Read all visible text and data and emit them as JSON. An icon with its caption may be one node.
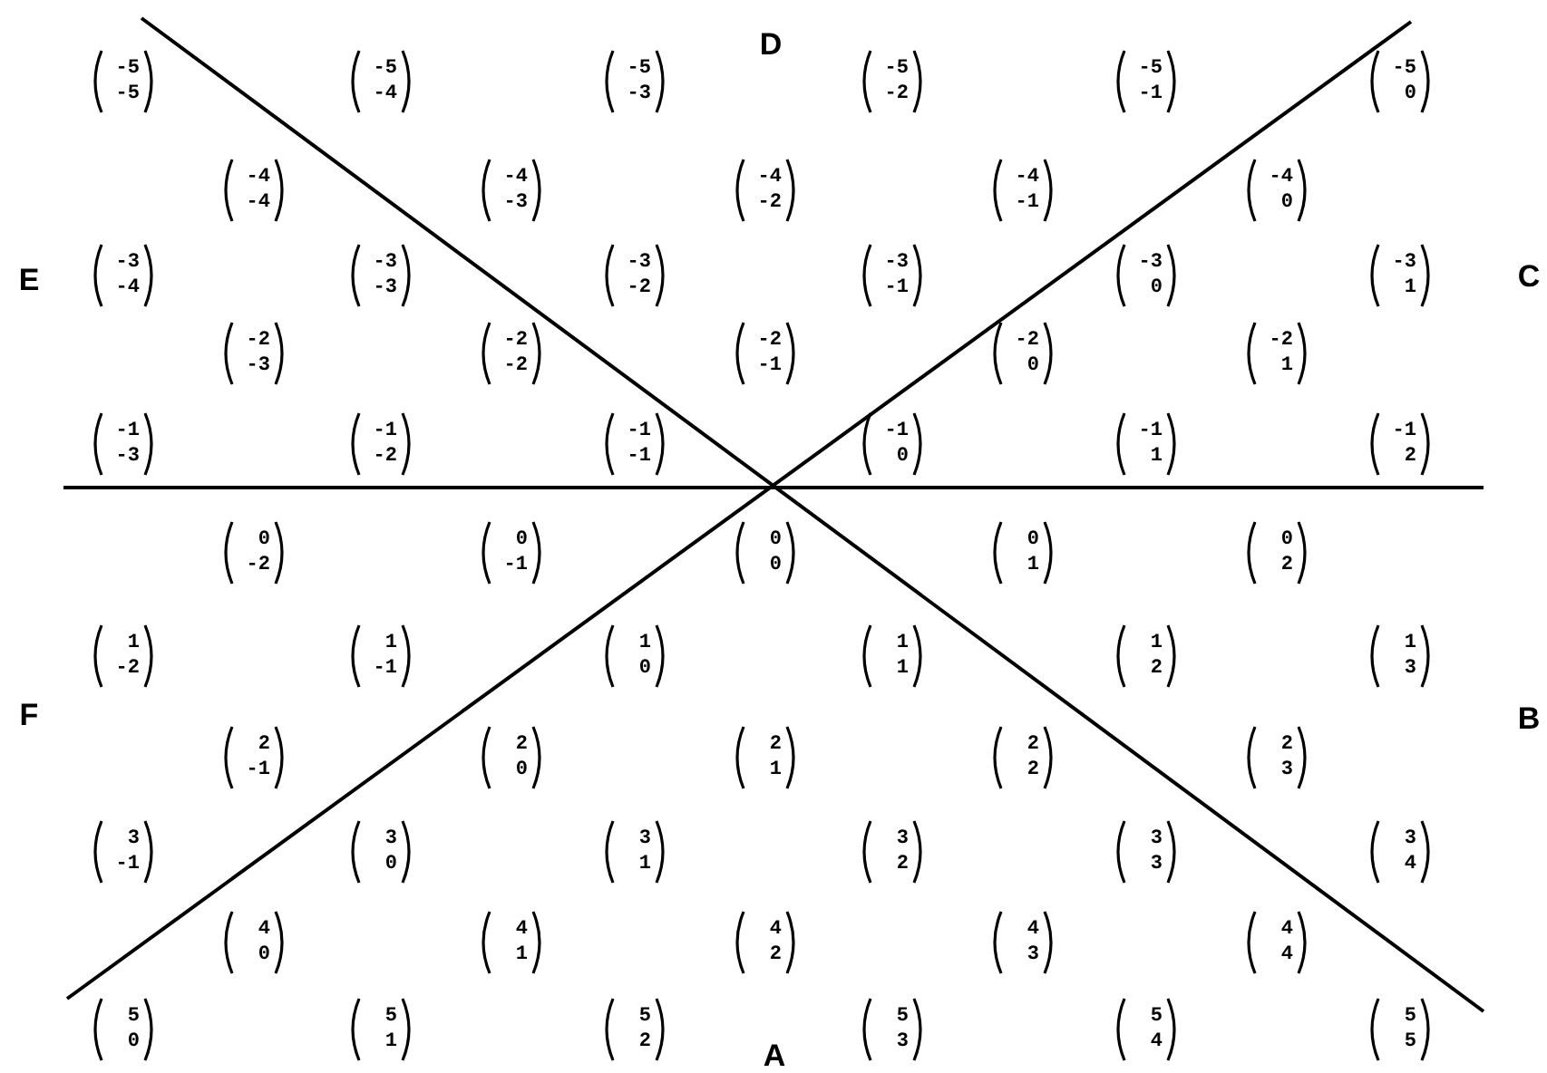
{
  "diagram": {
    "labels": [
      "D",
      "E",
      "C",
      "F",
      "B",
      "A",
      "-5",
      "-5",
      "-5",
      "-4",
      "-5",
      "-3",
      "-5",
      "-2",
      "-5",
      "-1",
      "-5",
      "0",
      "-4",
      "-4",
      "-4",
      "-3",
      "-4",
      "-2",
      "-4",
      "-1",
      "-4",
      "0",
      "-3",
      "-4",
      "-3",
      "-3",
      "-3",
      "-2",
      "-3",
      "-1",
      "-3",
      "0",
      "-3",
      "1",
      "-2",
      "-3",
      "-2",
      "-2",
      "-2",
      "-1",
      "-2",
      "0",
      "-2",
      "1",
      "-1",
      "-3",
      "-1",
      "-2",
      "-1",
      "-1",
      "-1",
      "0",
      "-1",
      "1",
      "-1",
      "2",
      "0",
      "-2",
      "0",
      "-1",
      "0",
      "0",
      "0",
      "1",
      "0",
      "2",
      "1",
      "-2",
      "1",
      "-1",
      "1",
      "0",
      "1",
      "1",
      "1",
      "2",
      "1",
      "3",
      "2",
      "-1",
      "2",
      "0",
      "2",
      "1",
      "2",
      "2",
      "2",
      "3",
      "3",
      "-1",
      "3",
      "0",
      "3",
      "1",
      "3",
      "2",
      "3",
      "3",
      "3",
      "4",
      "4",
      "0",
      "4",
      "1",
      "4",
      "2",
      "4",
      "3",
      "4",
      "4",
      "5",
      "0",
      "5",
      "1",
      "5",
      "2",
      "5",
      "3",
      "5",
      "4",
      "5",
      "5"
    ]
  }
}
